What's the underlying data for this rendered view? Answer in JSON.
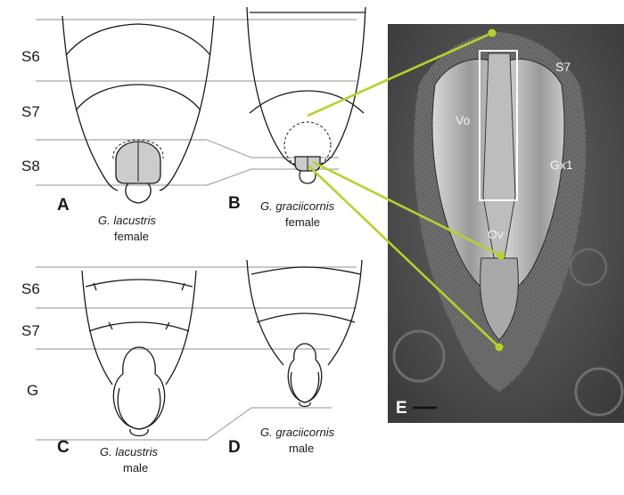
{
  "segments": {
    "s6": "S6",
    "s7": "S7",
    "s8": "S8",
    "g": "G"
  },
  "panels": {
    "a": {
      "letter": "A",
      "species": "G. lacustris",
      "sex": "female"
    },
    "b": {
      "letter": "B",
      "species": "G. graciicornis",
      "sex": "female"
    },
    "c": {
      "letter": "C",
      "species": "G. lacustris",
      "sex": "male"
    },
    "d": {
      "letter": "D",
      "species": "G. graciicornis",
      "sex": "male"
    }
  },
  "sem": {
    "letter": "E",
    "s7": "S7",
    "vo": "Vo",
    "gx1": "Gx1",
    "ov": "Ov"
  },
  "colors": {
    "pointer": "#b5d22c",
    "shade": "#cccccc",
    "guide": "#a8a8a8"
  }
}
